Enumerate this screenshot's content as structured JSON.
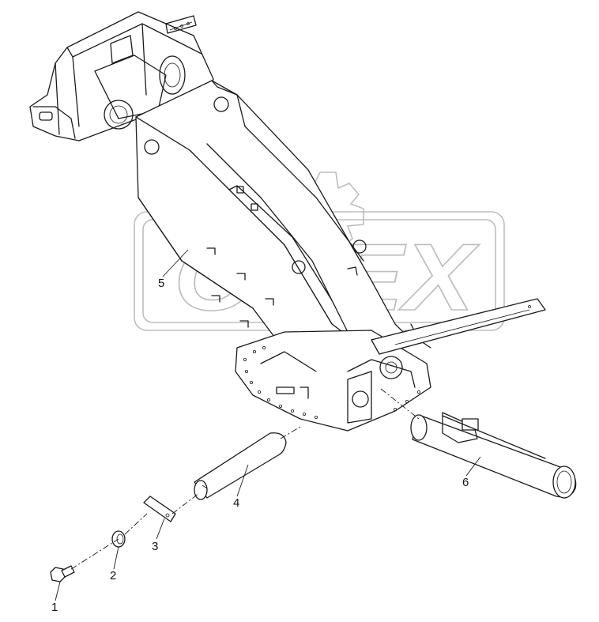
{
  "watermark": {
    "text": "OREX"
  },
  "callouts": [
    {
      "id": "1",
      "label": "1"
    },
    {
      "id": "2",
      "label": "2"
    },
    {
      "id": "3",
      "label": "3"
    },
    {
      "id": "4",
      "label": "4"
    },
    {
      "id": "5",
      "label": "5"
    },
    {
      "id": "6",
      "label": "6"
    }
  ]
}
